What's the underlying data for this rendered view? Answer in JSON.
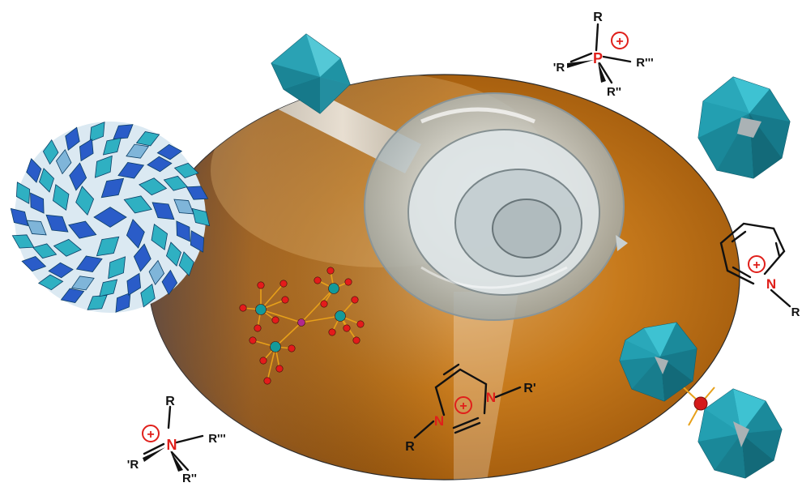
{
  "colors": {
    "teal": "#2fb0c2",
    "teal_dark": "#16798a",
    "blue": "#2a5cc8",
    "blue_light": "#7fb5d9",
    "charge_red": "#e0201b",
    "oxygen_red": "#e41b1b",
    "cluster_teal": "#139a9a",
    "bond_orange": "#e7a01a",
    "center_magenta": "#b0288e",
    "background_amber": "#c2730f"
  },
  "phosphonium": {
    "R_top": "R",
    "R_left": "'R",
    "R_right": "R'''",
    "R_bottom": "R''",
    "atom": "P",
    "charge": "+"
  },
  "ammonium": {
    "R_top": "R",
    "R_left": "'R",
    "R_right": "R'''",
    "R_bottom": "R''",
    "atom": "N",
    "charge": "+"
  },
  "imidazolium": {
    "N1": "N",
    "N3": "N",
    "R_left": "R",
    "R_right": "R'",
    "charge": "+"
  },
  "pyridinium": {
    "atom": "N",
    "R": "R",
    "charge": "+"
  },
  "icons": [
    "keplerate-polyoxometalate",
    "octahedron",
    "keggin-polyoxometalate",
    "ball-and-stick-cluster",
    "sandwich-polyoxometalate",
    "glass-vial"
  ]
}
